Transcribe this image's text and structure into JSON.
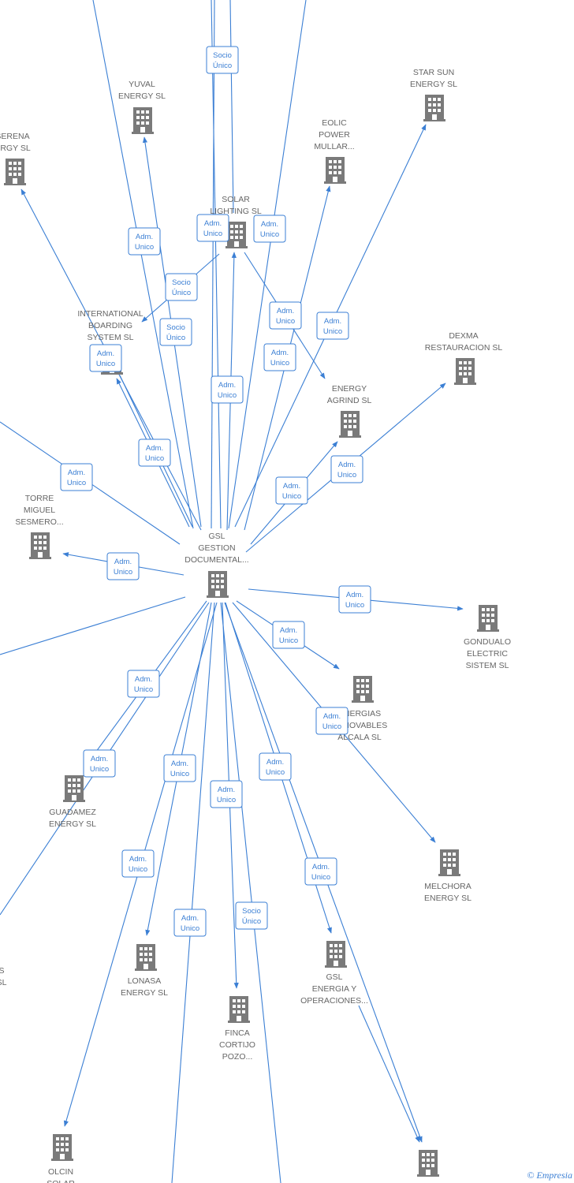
{
  "colors": {
    "edge": "#3b7fd4",
    "label": "#666666",
    "building": "#7a7a7a"
  },
  "nodes": [
    {
      "id": "gsl",
      "lines": [
        "GSL",
        "GESTION",
        "DOCUMENTAL..."
      ]
    },
    {
      "id": "yuval",
      "lines": [
        "YUVAL",
        "ENERGY  SL"
      ]
    },
    {
      "id": "starsun",
      "lines": [
        "STAR SUN",
        "ENERGY  SL"
      ]
    },
    {
      "id": "serena",
      "lines": [
        "SERENA",
        "ERGY  SL"
      ]
    },
    {
      "id": "eolic",
      "lines": [
        "EOLIC",
        "POWER",
        "MULLAR..."
      ]
    },
    {
      "id": "solar",
      "lines": [
        "SOLAR",
        "LIGHTING SL"
      ]
    },
    {
      "id": "intl",
      "lines": [
        "INTERNATIONAL",
        "BOARDING",
        "SYSTEM  SL"
      ]
    },
    {
      "id": "dexma",
      "lines": [
        "DEXMA",
        "RESTAURACION SL"
      ]
    },
    {
      "id": "agrind",
      "lines": [
        "ENERGY",
        "AGRIND  SL"
      ]
    },
    {
      "id": "torre",
      "lines": [
        "TORRE",
        "MIGUEL",
        "SESMERO..."
      ]
    },
    {
      "id": "gondualo",
      "lines": [
        "GONDUALO",
        "ELECTRIC",
        "SISTEM  SL"
      ]
    },
    {
      "id": "energias",
      "lines": [
        "ENERGIAS",
        "RENOVABLES",
        "ALCALA  SL"
      ]
    },
    {
      "id": "guadamez",
      "lines": [
        "GUADAMEZ",
        "ENERGY  SL"
      ]
    },
    {
      "id": "melchora",
      "lines": [
        "MELCHORA",
        "ENERGY  SL"
      ]
    },
    {
      "id": "leftcut",
      "lines": [
        "S",
        "SL"
      ]
    },
    {
      "id": "lonasa",
      "lines": [
        "LONASA",
        "ENERGY  SL"
      ]
    },
    {
      "id": "finca",
      "lines": [
        "FINCA",
        "CORTIJO",
        "POZO..."
      ]
    },
    {
      "id": "gslenergia",
      "lines": [
        "GSL",
        "ENERGIA Y",
        "OPERACIONES..."
      ]
    },
    {
      "id": "olcin",
      "lines": [
        "OLCIN",
        "SOLAR"
      ]
    },
    {
      "id": "bottomright",
      "lines": []
    }
  ],
  "badges": [
    {
      "lines": [
        "Socio",
        "Único"
      ]
    },
    {
      "lines": [
        "Adm.",
        "Unico"
      ]
    },
    {
      "lines": [
        "Adm.",
        "Unico"
      ]
    },
    {
      "lines": [
        "Adm.",
        "Unico"
      ]
    },
    {
      "lines": [
        "Socio",
        "Único"
      ]
    },
    {
      "lines": [
        "Adm.",
        "Unico"
      ]
    },
    {
      "lines": [
        "Socio",
        "Único"
      ]
    },
    {
      "lines": [
        "Adm.",
        "Unico"
      ]
    },
    {
      "lines": [
        "Adm.",
        "Unico"
      ]
    },
    {
      "lines": [
        "Adm.",
        "Unico"
      ]
    },
    {
      "lines": [
        "Adm.",
        "Unico"
      ]
    },
    {
      "lines": [
        "Adm.",
        "Unico"
      ]
    },
    {
      "lines": [
        "Adm.",
        "Unico"
      ]
    },
    {
      "lines": [
        "Adm.",
        "Unico"
      ]
    },
    {
      "lines": [
        "Adm.",
        "Unico"
      ]
    },
    {
      "lines": [
        "Adm.",
        "Unico"
      ]
    },
    {
      "lines": [
        "Adm.",
        "Unico"
      ]
    },
    {
      "lines": [
        "Adm.",
        "Unico"
      ]
    },
    {
      "lines": [
        "Adm.",
        "Unico"
      ]
    },
    {
      "lines": [
        "Adm.",
        "Unico"
      ]
    },
    {
      "lines": [
        "Adm.",
        "Unico"
      ]
    },
    {
      "lines": [
        "Adm.",
        "Unico"
      ]
    },
    {
      "lines": [
        "Adm.",
        "Unico"
      ]
    },
    {
      "lines": [
        "Adm.",
        "Unico"
      ]
    },
    {
      "lines": [
        "Adm.",
        "Unico"
      ]
    },
    {
      "lines": [
        "Adm.",
        "Unico"
      ]
    },
    {
      "lines": [
        "Adm.",
        "Unico"
      ]
    },
    {
      "lines": [
        "Socio",
        "Único"
      ]
    }
  ],
  "footer": {
    "copyright": "©",
    "brand": "Empresia"
  }
}
